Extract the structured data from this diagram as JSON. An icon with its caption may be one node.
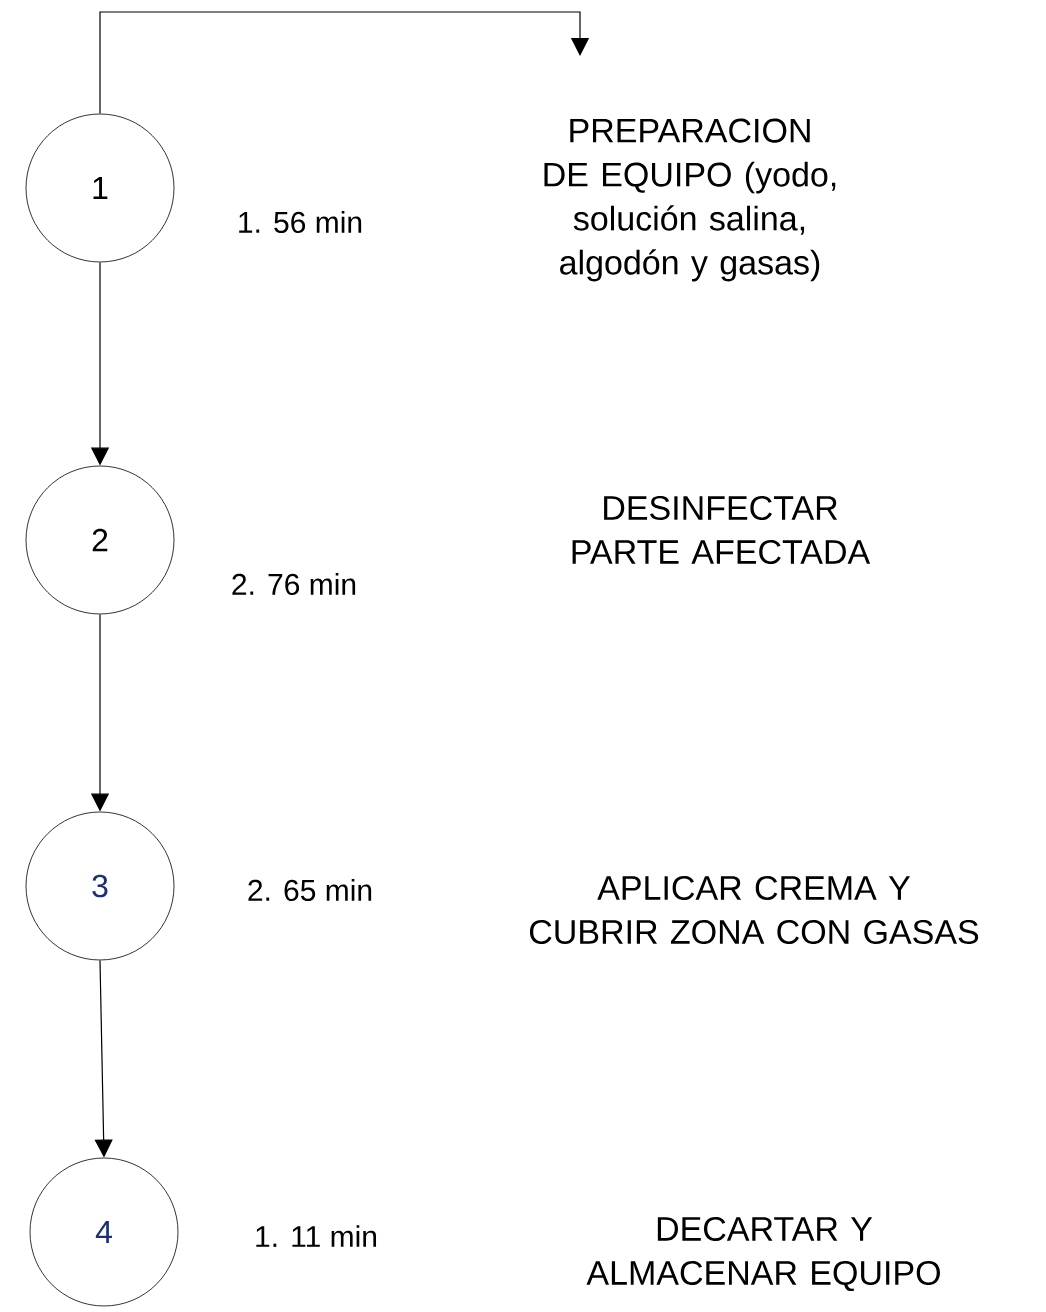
{
  "diagram": {
    "nodes": [
      {
        "text": [
          "1"
        ],
        "beside": [
          "1. 56 min"
        ]
      },
      {
        "text": [
          "2"
        ],
        "beside": [
          "2. 76 min"
        ]
      },
      {
        "text": [
          "3"
        ],
        "beside": [
          "2. 65 min"
        ]
      },
      {
        "text": [
          "4"
        ],
        "beside": [
          "1. 11 min"
        ]
      }
    ],
    "edges": [
      {
        "from": 0,
        "to": null,
        "arrow": "to"
      },
      {
        "from": 0,
        "to": 1,
        "arrow": "to"
      },
      {
        "from": 1,
        "to": 2,
        "arrow": "to"
      },
      {
        "from": 2,
        "to": 3,
        "arrow": "to"
      }
    ],
    "labels": [
      "PREPARACION DE EQUIPO (yodo, solución salina, algodón y gasas)",
      "DESINFECTAR PARTE AFECTADA",
      "APLICAR CREMA Y CUBRIR ZONA CON GASAS",
      "DECARTAR Y ALMACENAR EQUIPO"
    ]
  }
}
